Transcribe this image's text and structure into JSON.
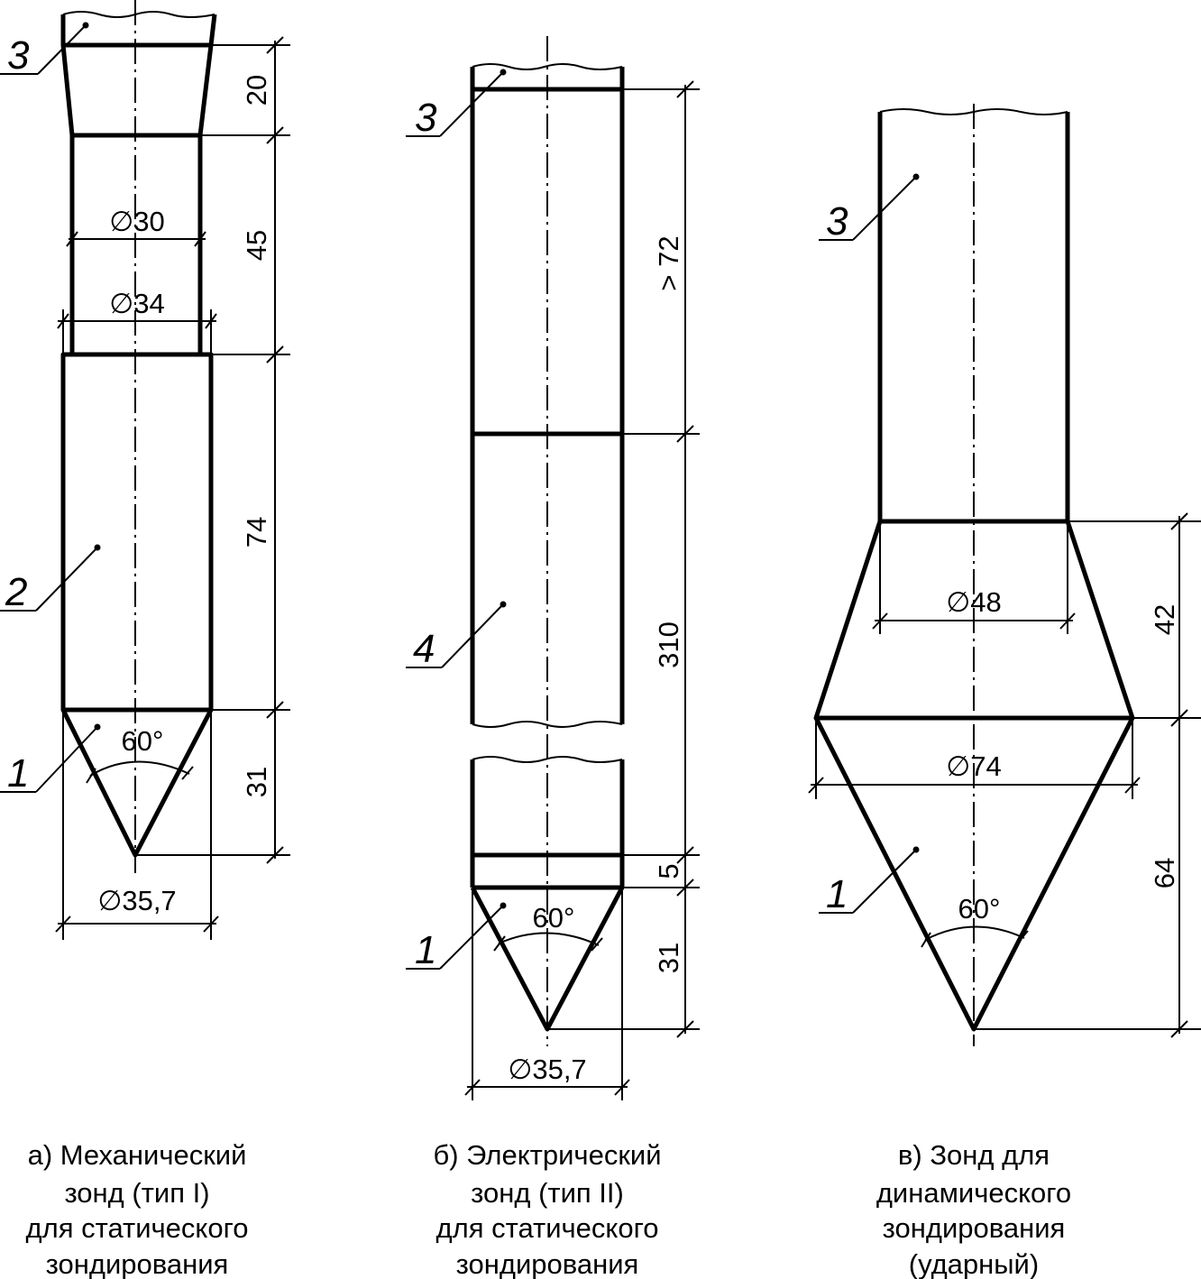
{
  "probe_a": {
    "dims": {
      "d1": "20",
      "d2": "45",
      "d3": "74",
      "d4": "31"
    },
    "diam_30": "∅30",
    "diam_34": "∅34",
    "diam_357": "∅35,7",
    "angle": "60°",
    "labels": {
      "rod": "3",
      "sleeve": "2",
      "cone": "1"
    },
    "caption": [
      "а) Механический",
      "зонд (тип I)",
      "для статического",
      "зондирования"
    ]
  },
  "probe_b": {
    "dims": {
      "d1": "> 72",
      "d2": "310",
      "d3": "5",
      "d4": "31"
    },
    "diam_357": "∅35,7",
    "angle": "60°",
    "labels": {
      "rod": "3",
      "sleeve": "4",
      "cone": "1"
    },
    "caption": [
      "б) Электрический",
      "зонд (тип II)",
      "для статического",
      "зондирования"
    ]
  },
  "probe_c": {
    "dims": {
      "d1": "42",
      "d2": "64"
    },
    "diam_48": "∅48",
    "diam_74": "∅74",
    "angle": "60°",
    "labels": {
      "rod": "3",
      "cone": "1"
    },
    "caption": [
      "в) Зонд для",
      "динамического",
      "зондирования",
      "(ударный)"
    ]
  }
}
